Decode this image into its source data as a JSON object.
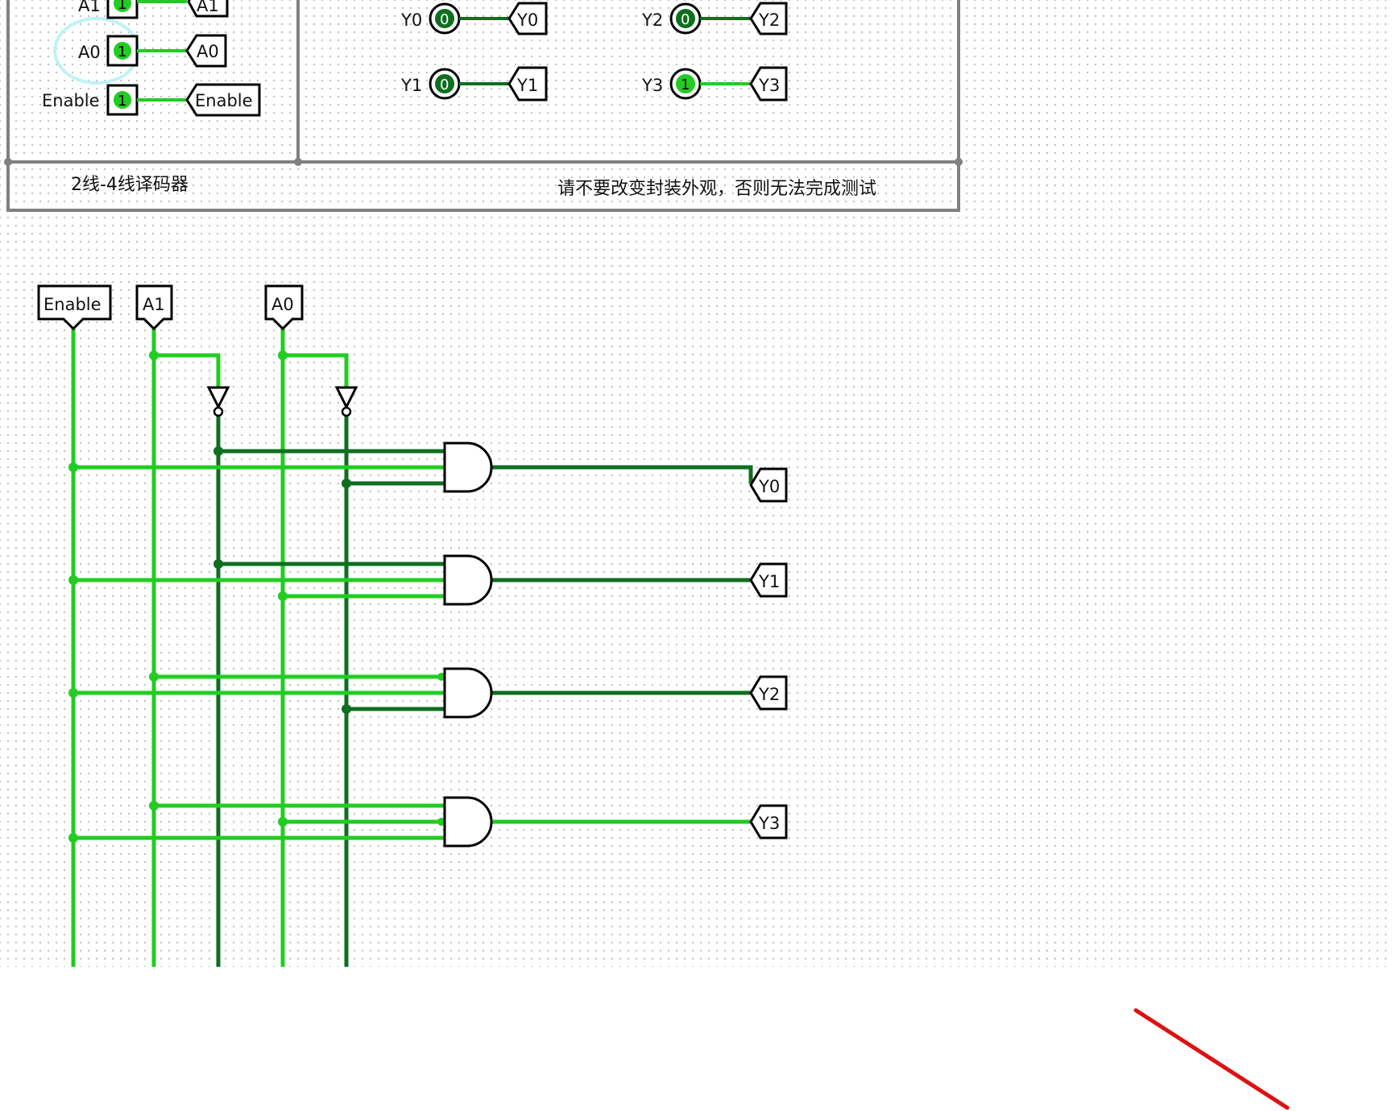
{
  "colors": {
    "wire_on": "#22cc22",
    "wire_off": "#0d6f1f",
    "pin_on": "#22cc22",
    "pin_off": "#0d6f1f",
    "box": "#808080",
    "select_ring": "#bff2f6",
    "pen_stroke": "#dd1111"
  },
  "package": {
    "inputs": [
      {
        "label": "A1",
        "value": "1",
        "tunnel": "A1"
      },
      {
        "label": "A0",
        "value": "1",
        "tunnel": "A0"
      },
      {
        "label": "Enable",
        "value": "1",
        "tunnel": "Enable"
      }
    ],
    "outputs": [
      {
        "label": "Y0",
        "value": "0",
        "tunnel": "Y0"
      },
      {
        "label": "Y1",
        "value": "0",
        "tunnel": "Y1"
      },
      {
        "label": "Y2",
        "value": "0",
        "tunnel": "Y2"
      },
      {
        "label": "Y3",
        "value": "1",
        "tunnel": "Y3"
      }
    ],
    "title": "2线-4线译码器",
    "warning": "请不要改变封装外观，否则无法完成测试"
  },
  "circuit": {
    "input_tunnels": [
      "Enable",
      "A1",
      "A0"
    ],
    "output_tunnels": [
      "Y0",
      "Y1",
      "Y2",
      "Y3"
    ]
  }
}
